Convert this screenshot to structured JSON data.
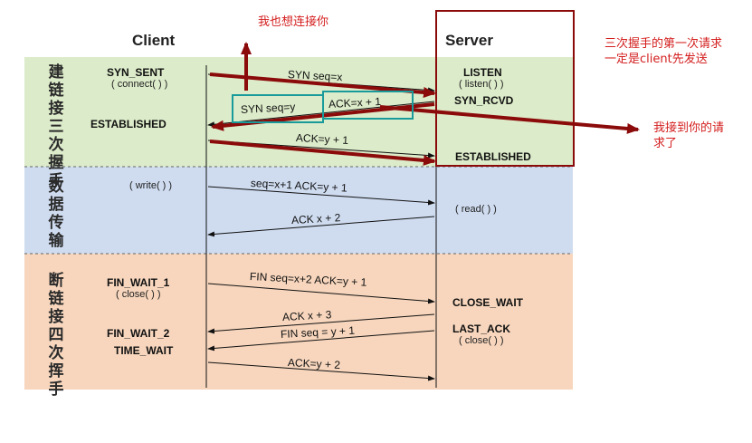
{
  "headers": {
    "client": "Client",
    "server": "Server"
  },
  "bands": [
    {
      "label": "建链接三次握手",
      "color": "#dcebc9"
    },
    {
      "label": "数据传输",
      "color": "#cfdcf0"
    },
    {
      "label": "断链接四次挥手",
      "color": "#f7d6bd"
    }
  ],
  "client_states": {
    "syn_sent": "SYN_SENT",
    "syn_sent_sub": "( connect( ) )",
    "established": "ESTABLISHED",
    "write_sub": "( write( ) )",
    "fin_wait_1": "FIN_WAIT_1",
    "fin_wait_1_sub": "( close( ) )",
    "fin_wait_2": "FIN_WAIT_2",
    "time_wait": "TIME_WAIT"
  },
  "server_states": {
    "listen": "LISTEN",
    "listen_sub": "( listen( ) )",
    "syn_rcvd": "SYN_RCVD",
    "established": "ESTABLISHED",
    "read_sub": "( read( ) )",
    "close_wait": "CLOSE_WAIT",
    "last_ack": "LAST_ACK",
    "last_ack_sub": "( close( ) )"
  },
  "messages": {
    "syn": "SYN seq=x",
    "syn_ack_part1": "SYN seq=y",
    "syn_ack_part2": "ACK=x + 1",
    "ack1": "ACK=y + 1",
    "data": "seq=x+1 ACK=y + 1",
    "data_ack": "ACK x + 2",
    "fin1": "FIN seq=x+2 ACK=y + 1",
    "ack3": "ACK x + 3",
    "fin2": "FIN seq = y + 1",
    "ack_final": "ACK=y + 2"
  },
  "annotations": {
    "want_connect": "我也想连接你",
    "client_first_line1": "三次握手的第一次请求",
    "client_first_line2": "一定是client先发送",
    "got_request_line1": "我接到你的请",
    "got_request_line2": "求了"
  },
  "colors": {
    "annotation_arrow": "#8b0a0a",
    "highlight_box": "#1a9b9b",
    "annotation_text": "#d41e1e"
  }
}
